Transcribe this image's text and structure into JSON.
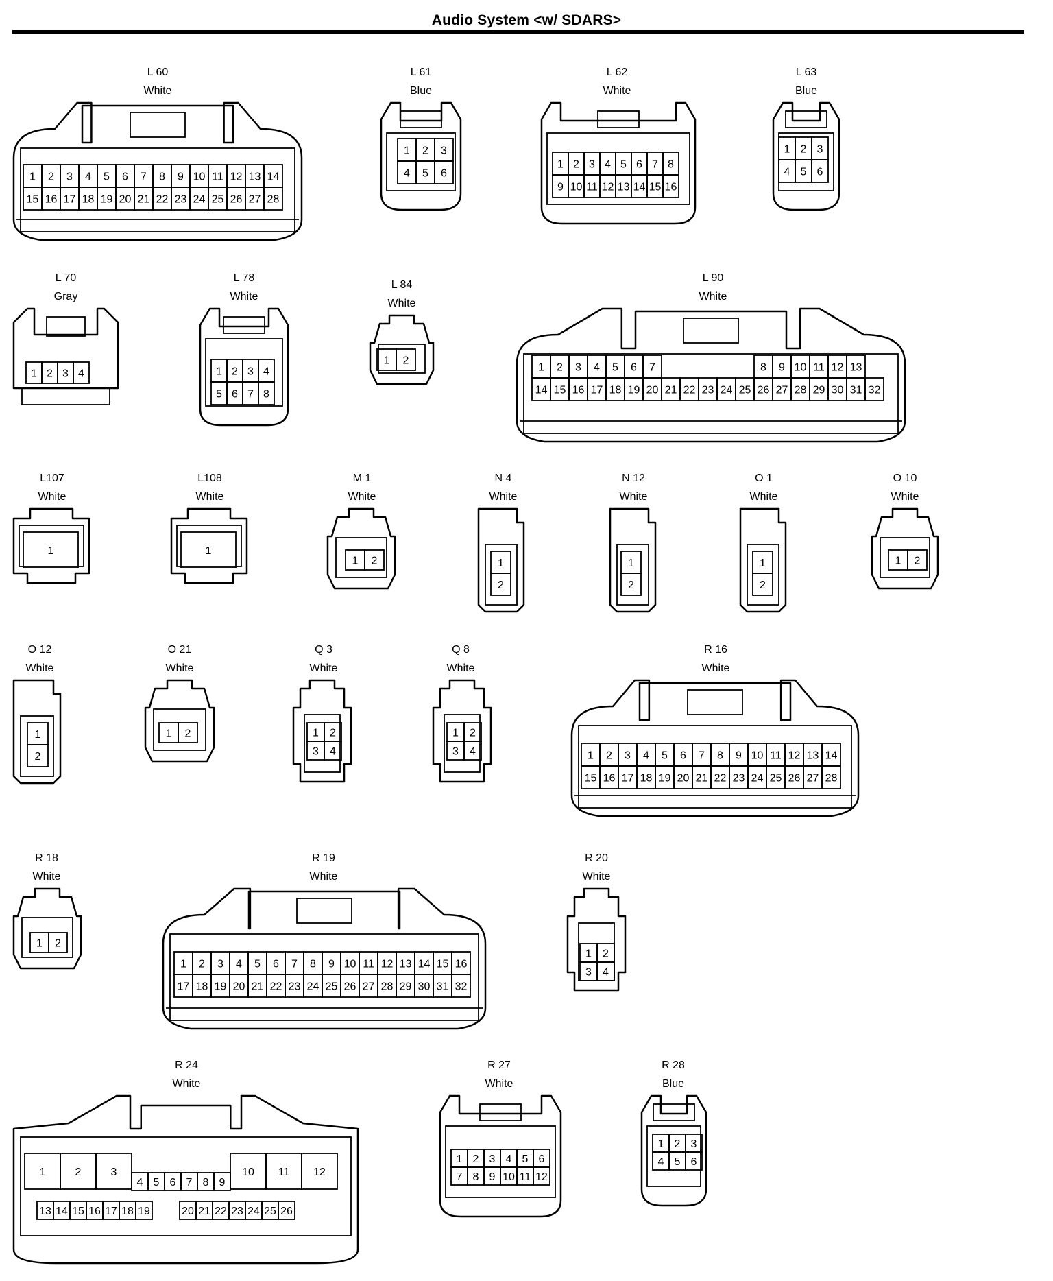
{
  "title": "Audio System <w/ SDARS>",
  "connectors": [
    {
      "id": "L 60",
      "color": "White",
      "rows": [
        [
          "1",
          "2",
          "3",
          "4",
          "5",
          "6",
          "7",
          "8",
          "9",
          "10",
          "11",
          "12",
          "13",
          "14"
        ],
        [
          "15",
          "16",
          "17",
          "18",
          "19",
          "20",
          "21",
          "22",
          "23",
          "24",
          "25",
          "26",
          "27",
          "28"
        ]
      ]
    },
    {
      "id": "L 61",
      "color": "Blue",
      "rows": [
        [
          "1",
          "2",
          "3"
        ],
        [
          "4",
          "5",
          "6"
        ]
      ]
    },
    {
      "id": "L 62",
      "color": "White",
      "rows": [
        [
          "1",
          "2",
          "3",
          "4",
          "5",
          "6",
          "7",
          "8"
        ],
        [
          "9",
          "10",
          "11",
          "12",
          "13",
          "14",
          "15",
          "16"
        ]
      ]
    },
    {
      "id": "L 63",
      "color": "Blue",
      "rows": [
        [
          "1",
          "2",
          "3"
        ],
        [
          "4",
          "5",
          "6"
        ]
      ]
    },
    {
      "id": "L 70",
      "color": "Gray",
      "rows": [
        [
          "1",
          "2",
          "3",
          "4"
        ]
      ]
    },
    {
      "id": "L 78",
      "color": "White",
      "rows": [
        [
          "1",
          "2",
          "3",
          "4"
        ],
        [
          "5",
          "6",
          "7",
          "8"
        ]
      ]
    },
    {
      "id": "L 84",
      "color": "White",
      "rows": [
        [
          "1",
          "2"
        ]
      ]
    },
    {
      "id": "L 90",
      "color": "White",
      "rows": [
        [
          "1",
          "2",
          "3",
          "4",
          "5",
          "6",
          "7",
          "",
          "",
          "",
          "",
          "",
          "8",
          "9",
          "10",
          "11",
          "12",
          "13"
        ],
        [
          "14",
          "15",
          "16",
          "17",
          "18",
          "19",
          "20",
          "21",
          "22",
          "23",
          "24",
          "25",
          "26",
          "27",
          "28",
          "29",
          "30",
          "31",
          "32"
        ]
      ]
    },
    {
      "id": "L107",
      "color": "White",
      "rows": [
        [
          "1"
        ]
      ]
    },
    {
      "id": "L108",
      "color": "White",
      "rows": [
        [
          "1"
        ]
      ]
    },
    {
      "id": "M 1",
      "color": "White",
      "rows": [
        [
          "1",
          "2"
        ]
      ]
    },
    {
      "id": "N 4",
      "color": "White",
      "rows": [
        [
          "1"
        ],
        [
          "2"
        ]
      ]
    },
    {
      "id": "N 12",
      "color": "White",
      "rows": [
        [
          "1"
        ],
        [
          "2"
        ]
      ]
    },
    {
      "id": "O 1",
      "color": "White",
      "rows": [
        [
          "1"
        ],
        [
          "2"
        ]
      ]
    },
    {
      "id": "O 10",
      "color": "White",
      "rows": [
        [
          "1",
          "2"
        ]
      ]
    },
    {
      "id": "O 12",
      "color": "White",
      "rows": [
        [
          "1"
        ],
        [
          "2"
        ]
      ]
    },
    {
      "id": "O 21",
      "color": "White",
      "rows": [
        [
          "1",
          "2"
        ]
      ]
    },
    {
      "id": "Q 3",
      "color": "White",
      "rows": [
        [
          "1",
          "2"
        ],
        [
          "3",
          "4"
        ]
      ]
    },
    {
      "id": "Q 8",
      "color": "White",
      "rows": [
        [
          "1",
          "2"
        ],
        [
          "3",
          "4"
        ]
      ]
    },
    {
      "id": "R 16",
      "color": "White",
      "rows": [
        [
          "1",
          "2",
          "3",
          "4",
          "5",
          "6",
          "7",
          "8",
          "9",
          "10",
          "11",
          "12",
          "13",
          "14"
        ],
        [
          "15",
          "16",
          "17",
          "18",
          "19",
          "20",
          "21",
          "22",
          "23",
          "24",
          "25",
          "26",
          "27",
          "28"
        ]
      ]
    },
    {
      "id": "R 18",
      "color": "White",
      "rows": [
        [
          "1",
          "2"
        ]
      ]
    },
    {
      "id": "R 19",
      "color": "White",
      "rows": [
        [
          "1",
          "2",
          "3",
          "4",
          "5",
          "6",
          "7",
          "8",
          "9",
          "10",
          "11",
          "12",
          "13",
          "14",
          "15",
          "16"
        ],
        [
          "17",
          "18",
          "19",
          "20",
          "21",
          "22",
          "23",
          "24",
          "25",
          "26",
          "27",
          "28",
          "29",
          "30",
          "31",
          "32"
        ]
      ]
    },
    {
      "id": "R 20",
      "color": "White",
      "rows": [
        [
          "1",
          "2"
        ],
        [
          "3",
          "4"
        ]
      ]
    },
    {
      "id": "R 24",
      "color": "White",
      "rows": [
        [
          "1",
          "2",
          "3",
          "",
          "",
          "",
          "",
          "",
          "",
          "10",
          "11",
          "12"
        ],
        [
          "",
          "",
          "",
          "4",
          "5",
          "6",
          "7",
          "8",
          "9",
          "",
          "",
          ""
        ],
        [
          "13",
          "14",
          "15",
          "16",
          "17",
          "18",
          "19",
          "",
          "20",
          "21",
          "22",
          "23",
          "24",
          "25",
          "26"
        ]
      ]
    },
    {
      "id": "R 27",
      "color": "White",
      "rows": [
        [
          "1",
          "2",
          "3",
          "4",
          "5",
          "6"
        ],
        [
          "7",
          "8",
          "9",
          "10",
          "11",
          "12"
        ]
      ]
    },
    {
      "id": "R 28",
      "color": "Blue",
      "rows": [
        [
          "1",
          "2",
          "3"
        ],
        [
          "4",
          "5",
          "6"
        ]
      ]
    }
  ]
}
